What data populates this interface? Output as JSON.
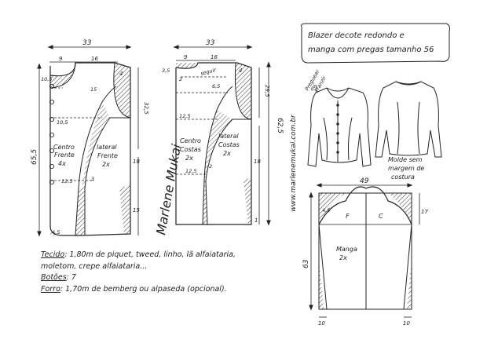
{
  "title": {
    "line1": "Blazer decote redondo e",
    "line2": "manga com pregas tamanho 56"
  },
  "website": "www.marlenemukai.com.br",
  "signature": "Marlene Mukai",
  "front_piece": {
    "width_top": "33",
    "neck_width": "9",
    "shoulder": "16",
    "height_left": "65,5",
    "height_right": "32,5",
    "shoulder_drop": "4",
    "neck_depth": "10,5",
    "point_15": "15",
    "button_spacing": "10,5",
    "hem_left": "4,5",
    "waist_dart": "12,5",
    "dart_3": "3",
    "label_center": [
      "Centro",
      "Frente",
      "4x"
    ],
    "label_side": [
      "lateral",
      "Frente",
      "2x"
    ],
    "dim_18": "18",
    "dim_15": "15"
  },
  "back_piece": {
    "width_top": "33",
    "neck_width": "9",
    "shoulder": "16",
    "neck_rise": "3,5",
    "neck_depth": "2",
    "curve_label": "seguir",
    "shoulder_drop": "4",
    "point_6_5": "6,5",
    "height_right": "29,5",
    "height_total": "62,5",
    "dim_12_5_a": "12,5",
    "dim_12_5_b": "12,5",
    "dart_2": "2",
    "dim_18": "18",
    "dim_1": "1",
    "label_center": [
      "Centro",
      "Costas",
      "2x"
    ],
    "label_side": [
      "lateral",
      "Costas",
      "2x"
    ]
  },
  "blazer_sketch": {
    "arrow_label": [
      "Preguear",
      "ou",
      "Franzir"
    ],
    "molde_note": [
      "Molde sem",
      "margem de",
      "costura"
    ]
  },
  "sleeve": {
    "width": "49",
    "height": "63",
    "cap_height": "17",
    "left_cap": "4,5",
    "F": "F",
    "C": "C",
    "label": [
      "Manga",
      "2x"
    ],
    "hem_left": "10",
    "hem_right": "10"
  },
  "notes": {
    "fabric_label": "Tecido",
    "fabric_line1": ": 1,80m de piquet, tweed, linho, lã alfaiataria,",
    "fabric_line2": "moletom, crepe alfaiataria...",
    "buttons_label": "Botões",
    "buttons_value": ": 7",
    "lining_label": "Forro",
    "lining_value": ": 1,70m de bemberg ou alpaseda (opcional)."
  }
}
